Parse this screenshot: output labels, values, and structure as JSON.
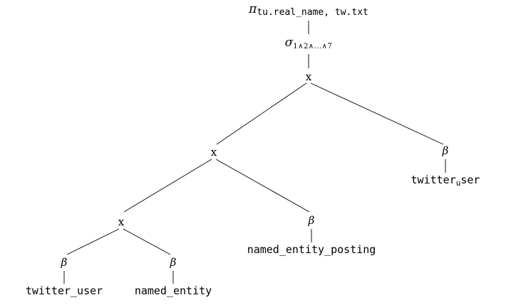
{
  "tree": {
    "projection": {
      "symbol": "π",
      "subscript": "tu.real_name, tw.txt"
    },
    "selection": {
      "symbol": "σ",
      "subscript": "1∧2∧...∧7"
    },
    "join_root": {
      "symbol": "x"
    },
    "join_mid": {
      "symbol": "x"
    },
    "join_inner": {
      "symbol": "x"
    },
    "beta_symbol": "β",
    "relations": {
      "twitter_user_right": {
        "prefix": "twitter",
        "sub": "u",
        "suffix": "ser"
      },
      "named_entity_posting": "named_entity_posting",
      "twitter_user_left": "twitter_user",
      "named_entity": "named_entity"
    }
  }
}
